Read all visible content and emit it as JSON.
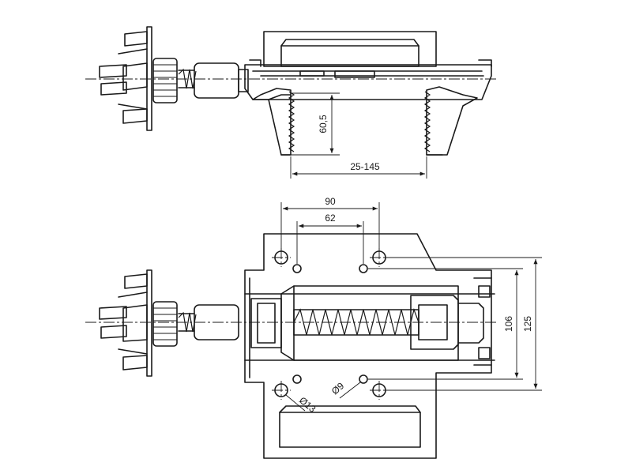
{
  "dimensions": {
    "height_label": "60,5",
    "range_label": "25-145",
    "spacing_outer_label": "90",
    "spacing_inner_label": "62",
    "width_inner_label": "106",
    "width_outer_label": "125",
    "hole_large_label": "Ø13",
    "hole_small_label": "Ø9"
  }
}
